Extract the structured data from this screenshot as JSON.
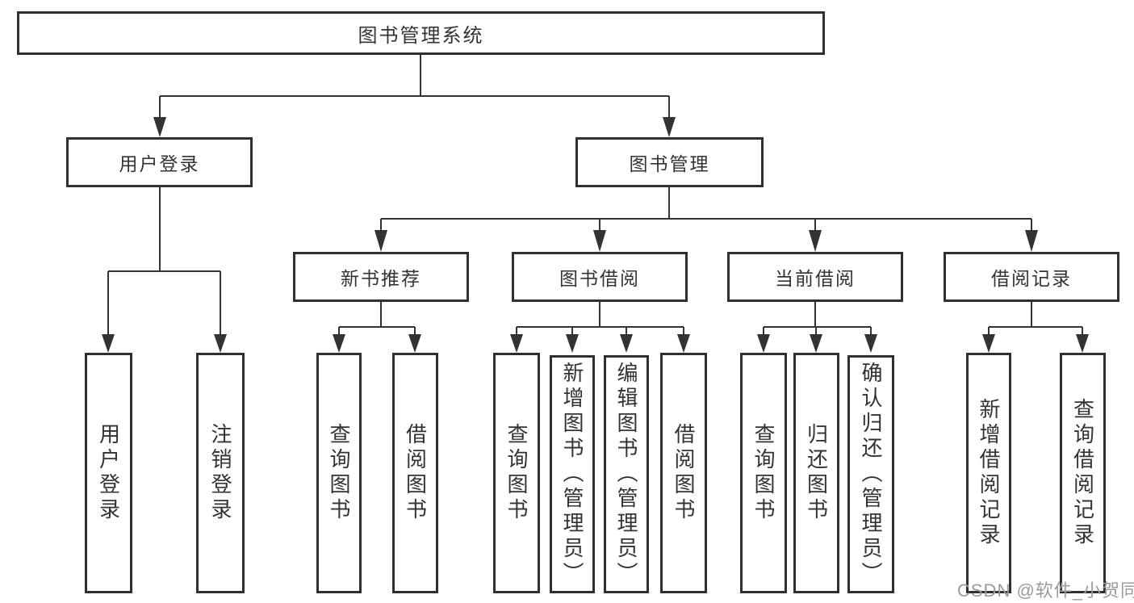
{
  "tree": {
    "label": "图书管理系统",
    "children": [
      {
        "label": "用户登录",
        "children": [
          {
            "label": "用户登录"
          },
          {
            "label": "注销登录"
          }
        ]
      },
      {
        "label": "图书管理",
        "children": [
          {
            "label": "新书推荐",
            "children": [
              {
                "label": "查询图书"
              },
              {
                "label": "借阅图书"
              }
            ]
          },
          {
            "label": "图书借阅",
            "children": [
              {
                "label": "查询图书"
              },
              {
                "label": "新增图书（管理员）"
              },
              {
                "label": "编辑图书（管理员）"
              },
              {
                "label": "借阅图书"
              }
            ]
          },
          {
            "label": "当前借阅",
            "children": [
              {
                "label": "查询图书"
              },
              {
                "label": "归还图书"
              },
              {
                "label": "确认归还（管理员）"
              }
            ]
          },
          {
            "label": "借阅记录",
            "children": [
              {
                "label": "新增借阅记录"
              },
              {
                "label": "查询借阅记录"
              }
            ]
          }
        ]
      }
    ]
  },
  "watermark": {
    "text": "CSDN @软件_小贺同学"
  },
  "colors": {
    "line": "#333333",
    "border": "#2f2f2f",
    "text": "#333333",
    "watermark": "#9b9b9b",
    "background": "#ffffff"
  }
}
